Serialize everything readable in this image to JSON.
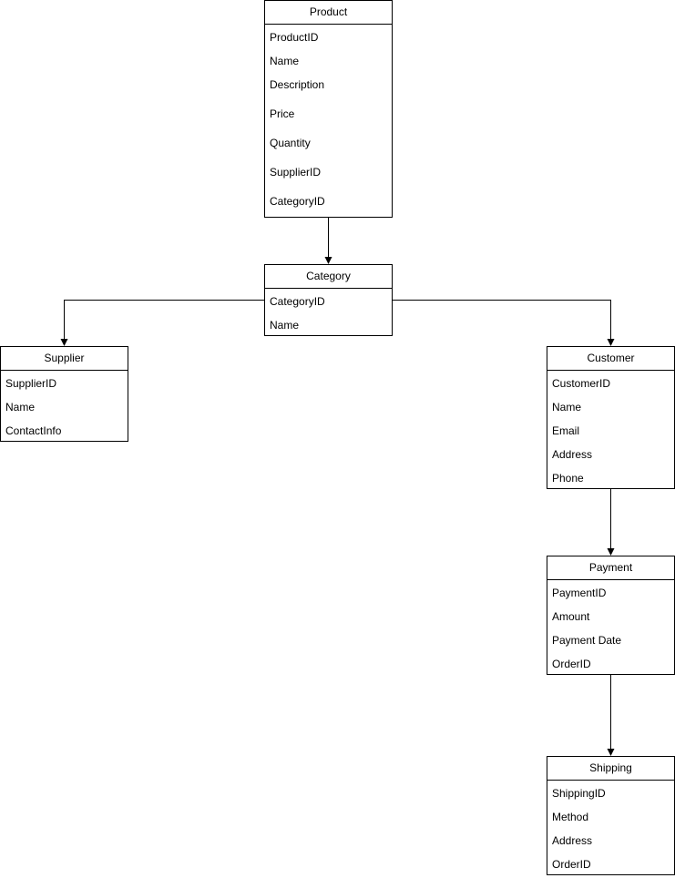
{
  "entities": {
    "product": {
      "title": "Product",
      "fields": [
        "ProductID",
        "Name",
        "Description",
        "Price",
        "Quantity",
        "SupplierID",
        "CategoryID"
      ]
    },
    "category": {
      "title": "Category",
      "fields": [
        "CategoryID",
        "Name"
      ]
    },
    "supplier": {
      "title": "Supplier",
      "fields": [
        "SupplierID",
        "Name",
        "ContactInfo"
      ]
    },
    "customer": {
      "title": "Customer",
      "fields": [
        "CustomerID",
        "Name",
        "Email",
        "Address",
        "Phone"
      ]
    },
    "payment": {
      "title": "Payment",
      "fields": [
        "PaymentID",
        "Amount",
        "Payment Date",
        "OrderID"
      ]
    },
    "shipping": {
      "title": "Shipping",
      "fields": [
        "ShippingID",
        "Method",
        "Address",
        "OrderID"
      ]
    }
  },
  "relationships": [
    {
      "from": "Product",
      "to": "Category"
    },
    {
      "from": "Category",
      "to": "Supplier"
    },
    {
      "from": "Category",
      "to": "Customer"
    },
    {
      "from": "Customer",
      "to": "Payment"
    },
    {
      "from": "Payment",
      "to": "Shipping"
    }
  ],
  "colors": {
    "stroke": "#000000",
    "background": "#ffffff"
  }
}
